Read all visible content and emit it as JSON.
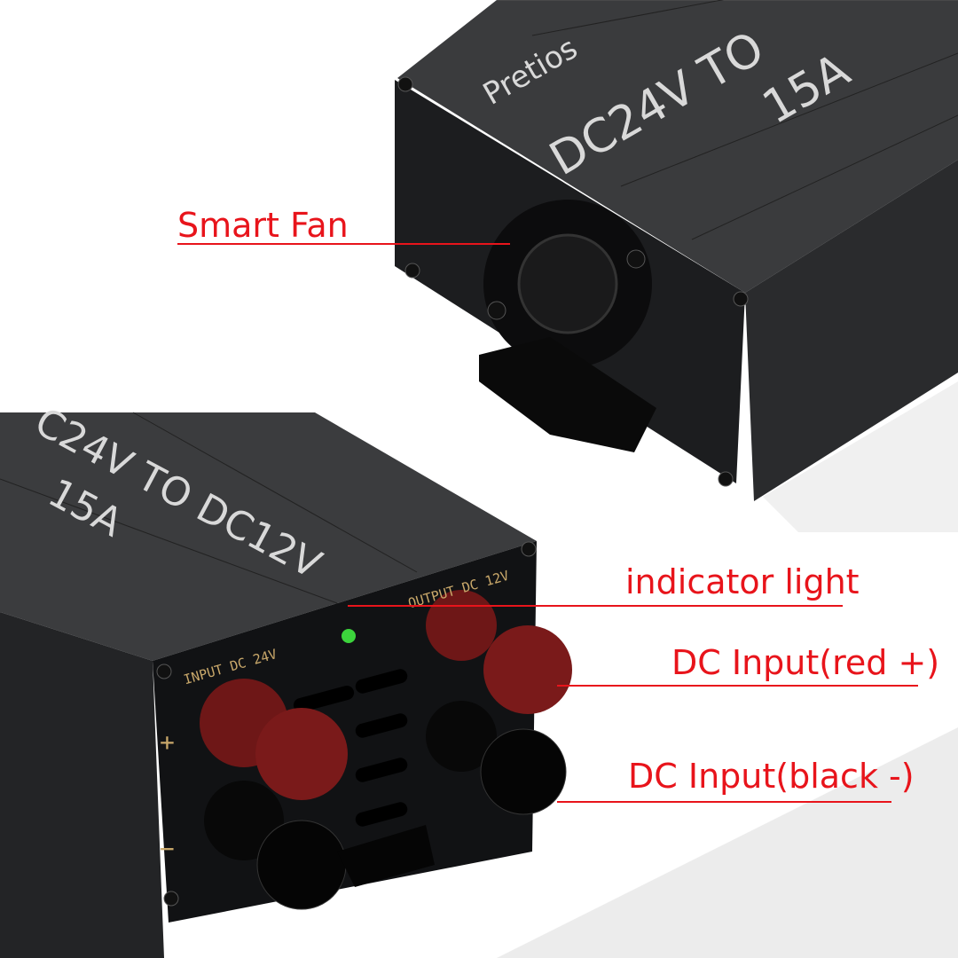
{
  "top_device": {
    "brand": "Pretios",
    "spec_line1": "DC24V TO",
    "spec_line2": "15A"
  },
  "bottom_device": {
    "spec_line1": "C24V TO DC12V",
    "spec_line2": "15A",
    "input_label": "INPUT DC 24V",
    "output_label": "OUTPUT DC 12V",
    "plus": "+",
    "minus": "−"
  },
  "callouts": {
    "smart_fan": "Smart Fan",
    "indicator_light": "indicator light",
    "dc_input_red": "DC Input(red +)",
    "dc_input_black": "DC Input(black -)"
  },
  "colors": {
    "callout": "#e8141b",
    "led": "#3cd43c",
    "terminal_red": "#7a1a1a"
  }
}
